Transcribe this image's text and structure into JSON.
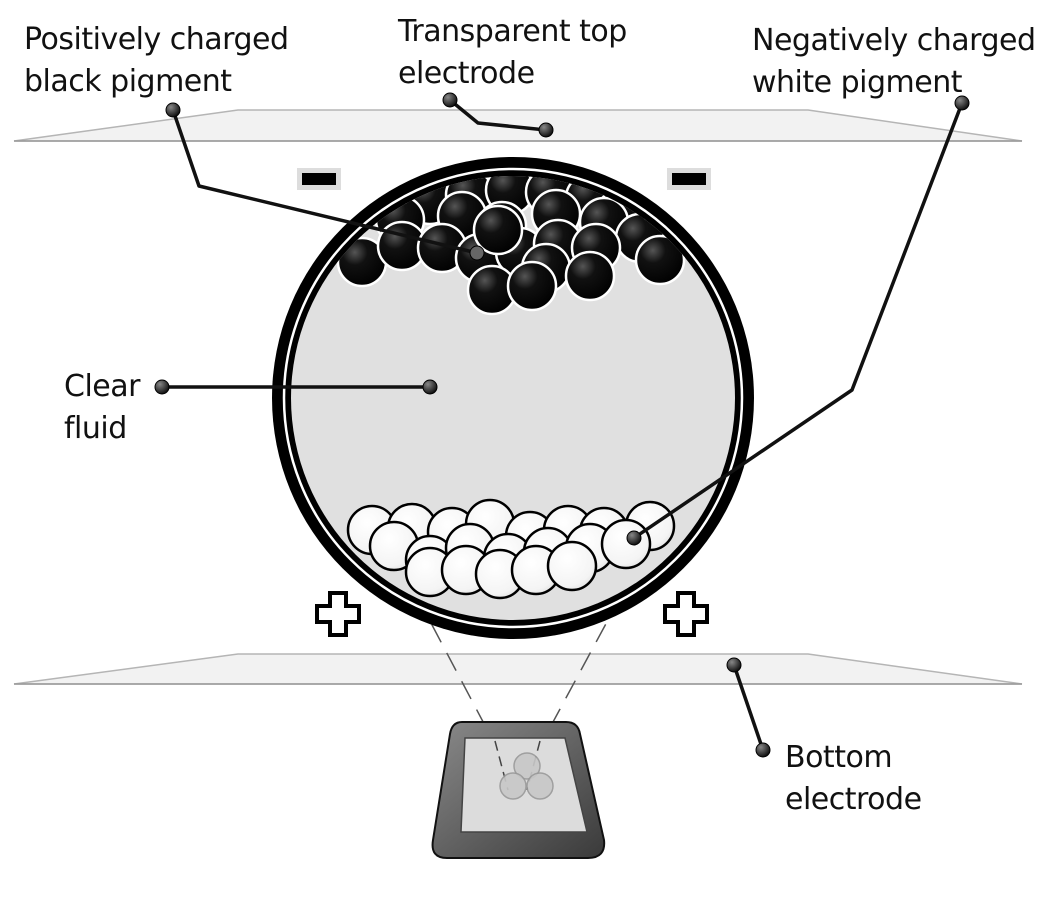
{
  "labels": {
    "black_pigment": "Positively charged\nblack pigment",
    "top_electrode": "Transparent top\nelectrode",
    "white_pigment": "Negatively charged\nwhite pigment",
    "clear_fluid": "Clear\nfluid",
    "bottom_electrode": "Bottom\nelectrode"
  },
  "electrode_polarity": {
    "top": "negative",
    "bottom": "positive"
  },
  "colors": {
    "black_pigment": "#000000",
    "white_pigment": "#ffffff",
    "fluid": "#e0e0e0",
    "electrode": "#f2f2f2"
  }
}
